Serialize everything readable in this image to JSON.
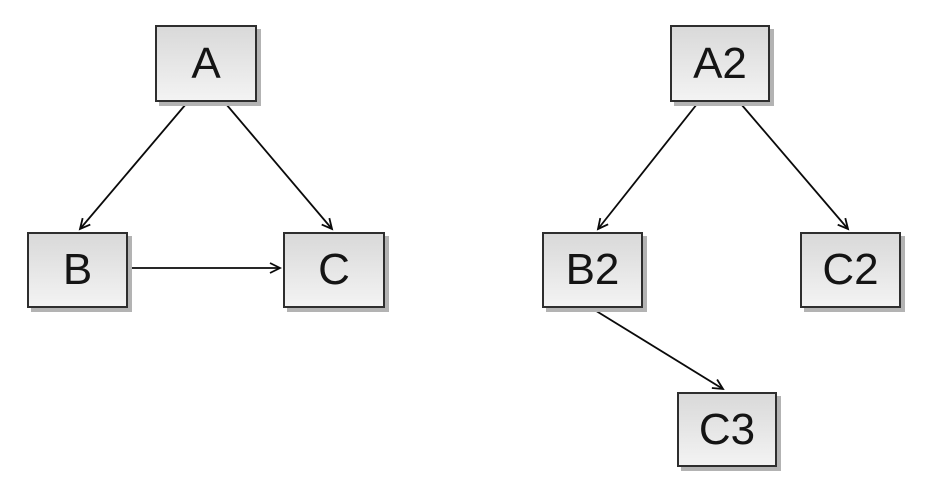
{
  "diagrams": {
    "left": {
      "nodes": [
        {
          "id": "A",
          "label": "A"
        },
        {
          "id": "B",
          "label": "B"
        },
        {
          "id": "C",
          "label": "C"
        }
      ],
      "edges": [
        {
          "from": "A",
          "to": "B",
          "arrowhead": "open"
        },
        {
          "from": "A",
          "to": "C",
          "arrowhead": "open"
        },
        {
          "from": "B",
          "to": "C",
          "arrowhead": "open"
        }
      ]
    },
    "right": {
      "nodes": [
        {
          "id": "A2",
          "label": "A2"
        },
        {
          "id": "B2",
          "label": "B2"
        },
        {
          "id": "C2",
          "label": "C2"
        },
        {
          "id": "C3",
          "label": "C3"
        }
      ],
      "edges": [
        {
          "from": "A2",
          "to": "B2",
          "arrowhead": "open"
        },
        {
          "from": "A2",
          "to": "C2",
          "arrowhead": "open"
        },
        {
          "from": "B2",
          "to": "C3",
          "arrowhead": "open"
        }
      ]
    }
  },
  "colors": {
    "background": "#ffffff",
    "node_fill_top": "#d9d9d9",
    "node_fill_bottom": "#f3f3f3",
    "node_border": "#2e2e2e",
    "node_shadow": "#b3b3b3",
    "edge_color": "#0a0a0a",
    "label_color": "#141414"
  }
}
